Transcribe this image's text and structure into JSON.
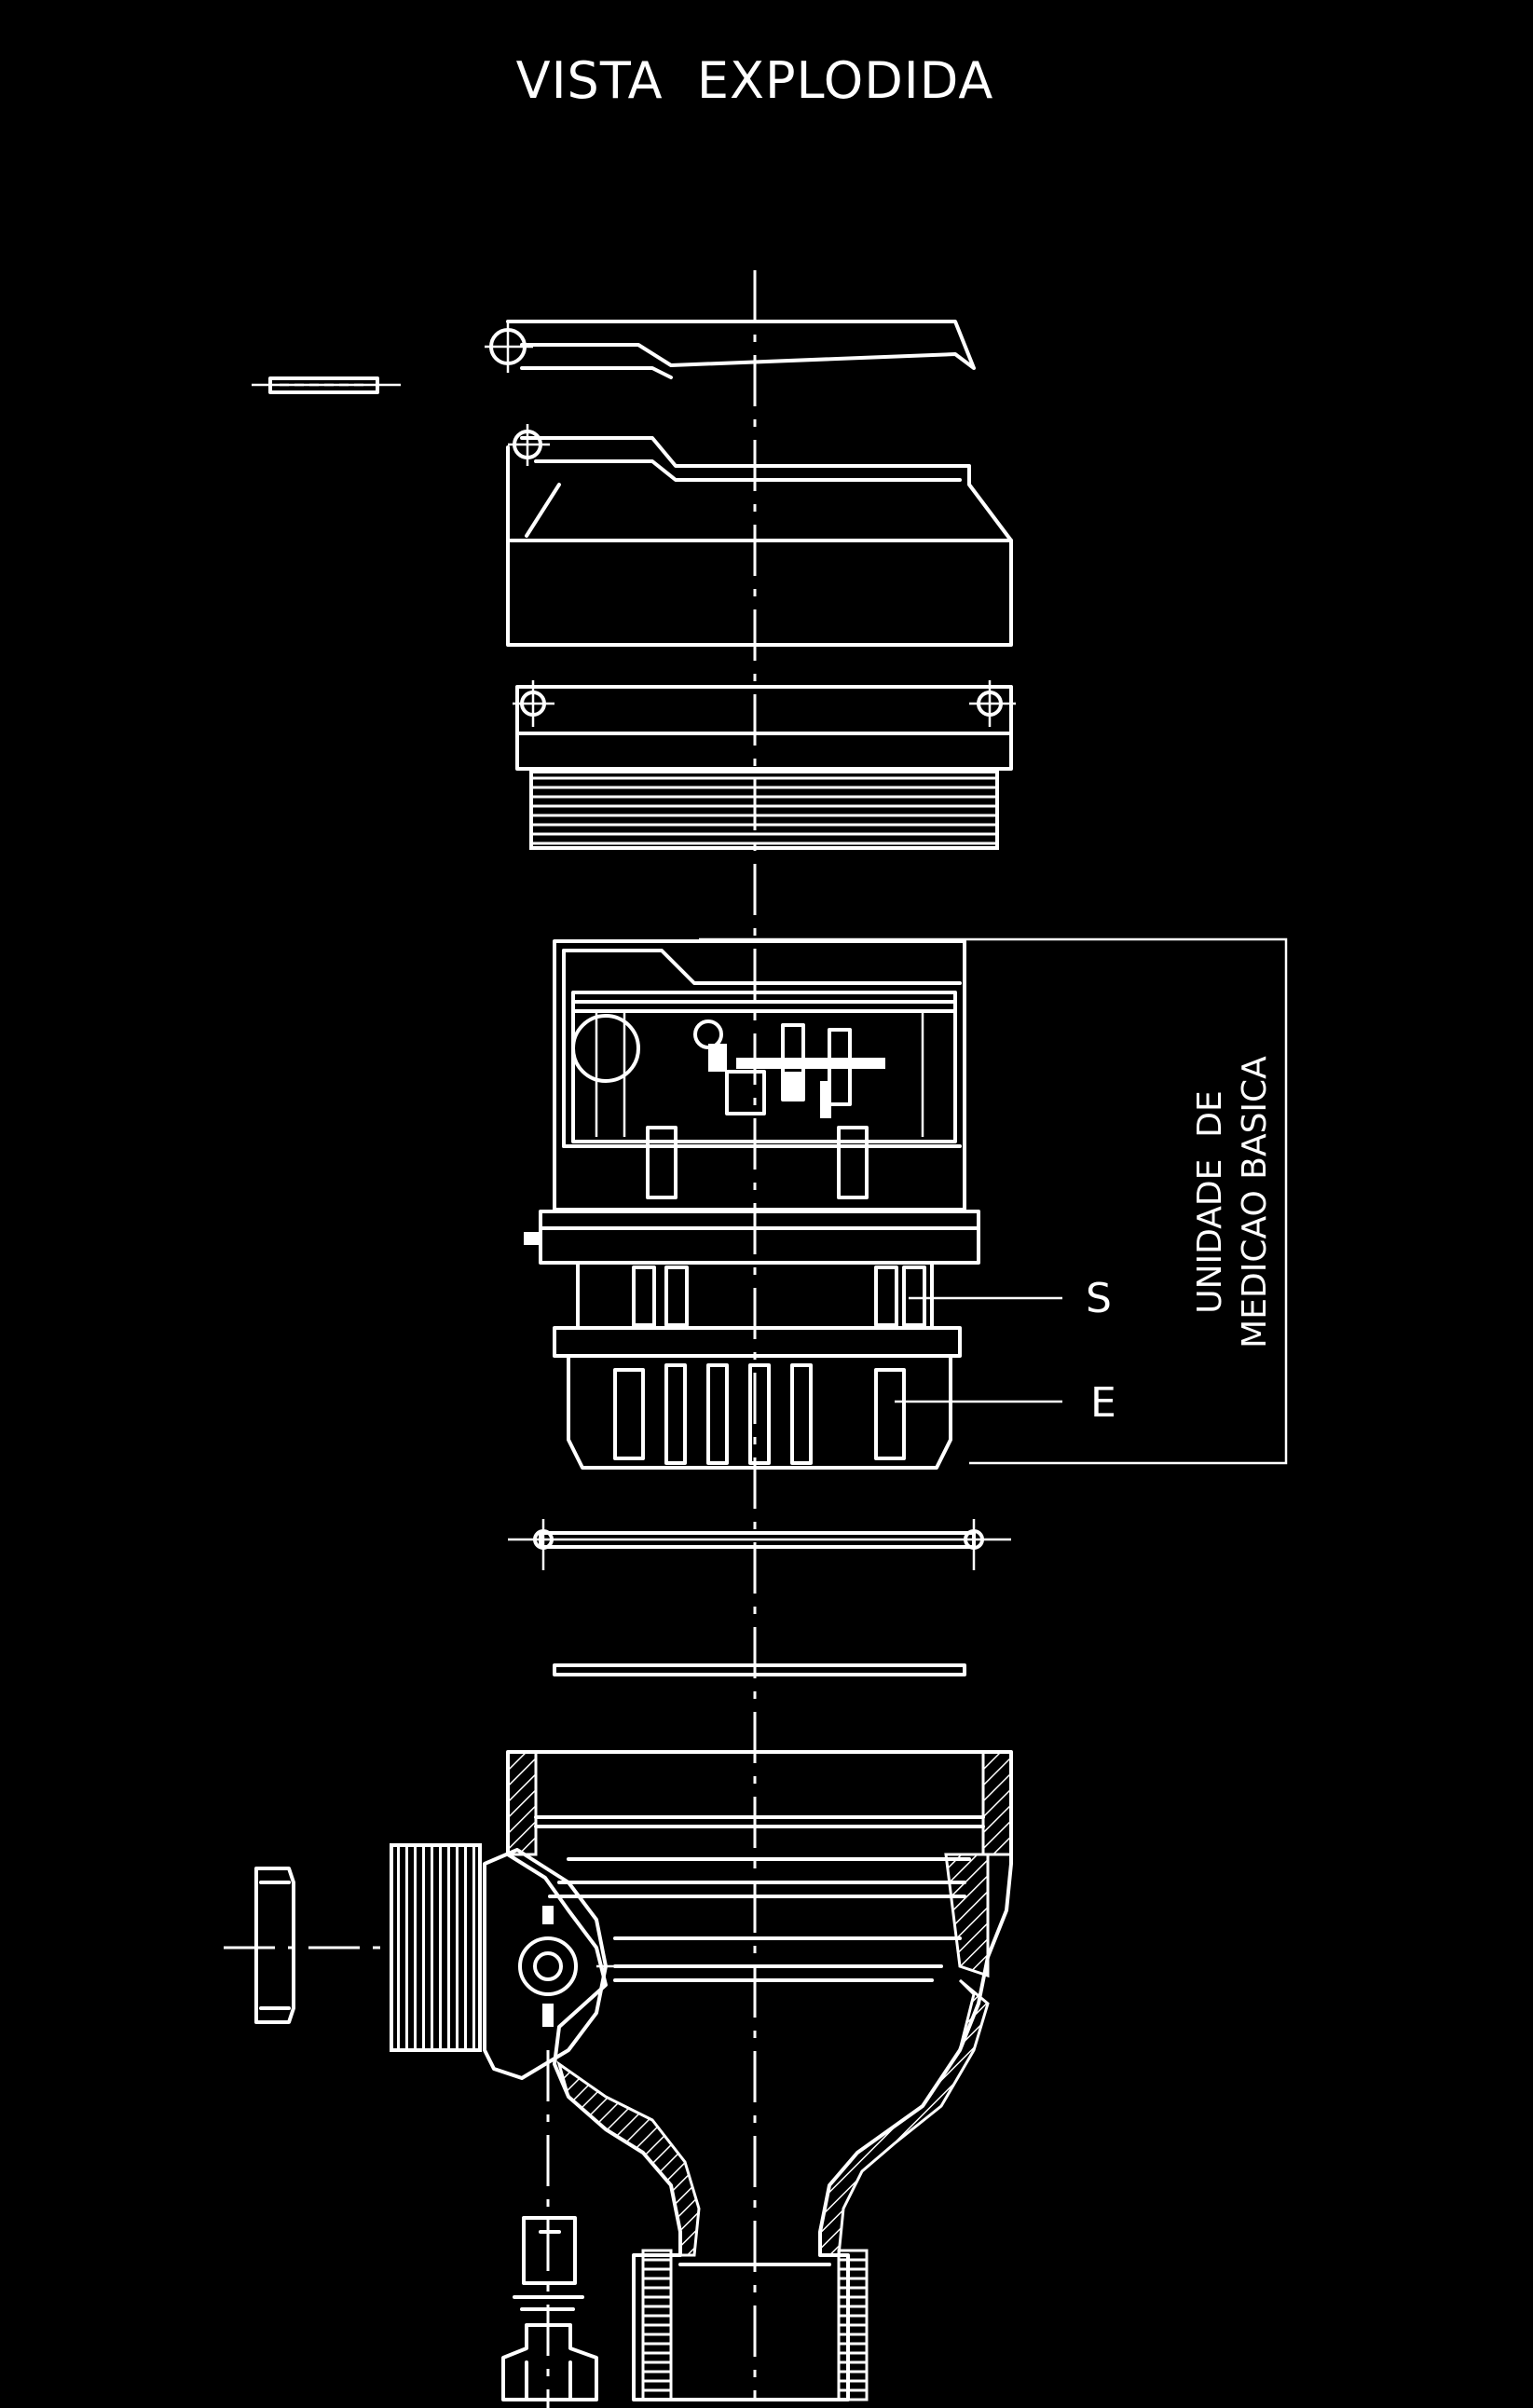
{
  "title": "VISTA  EXPLODIDA",
  "callouts": {
    "s": "S",
    "e": "E"
  },
  "group_label": {
    "line1": "UNIDADE  DE",
    "line2": "MEDICAO BASICA"
  },
  "colors": {
    "background": "#000000",
    "line": "#ffffff"
  }
}
